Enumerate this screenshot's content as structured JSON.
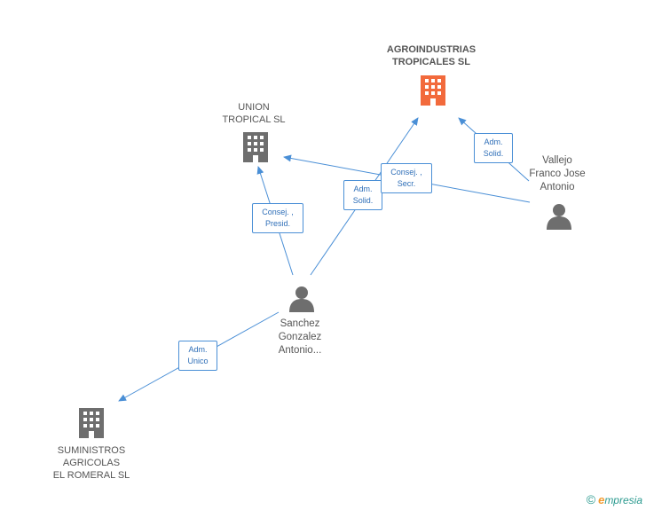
{
  "nodes": {
    "agroindustrias": {
      "label": "AGROINDUSTRIAS\nTROPICALES SL",
      "color": "#f26a3c"
    },
    "union": {
      "label": "UNION\nTROPICAL  SL",
      "color": "#6e6e6e"
    },
    "suministros": {
      "label": "SUMINISTROS\nAGRICOLAS\nEL ROMERAL SL",
      "color": "#6e6e6e"
    },
    "sanchez": {
      "label": "Sanchez\nGonzalez\nAntonio..."
    },
    "vallejo": {
      "label": "Vallejo\nFranco Jose\nAntonio"
    }
  },
  "edges": {
    "sanchez_union": "Consej. ,\nPresid.",
    "sanchez_agro": "Adm.\nSolid.",
    "vallejo_union": "Consej. ,\nSecr.",
    "vallejo_agro": "Adm.\nSolid.",
    "sanchez_suministros": "Adm.\nUnico"
  },
  "footer": {
    "copyright": "©",
    "brand_e": "e",
    "brand_rest": "mpresia"
  },
  "colors": {
    "edge": "#4a8fd6",
    "person": "#6e6e6e",
    "company": "#6e6e6e",
    "highlight": "#f26a3c"
  }
}
